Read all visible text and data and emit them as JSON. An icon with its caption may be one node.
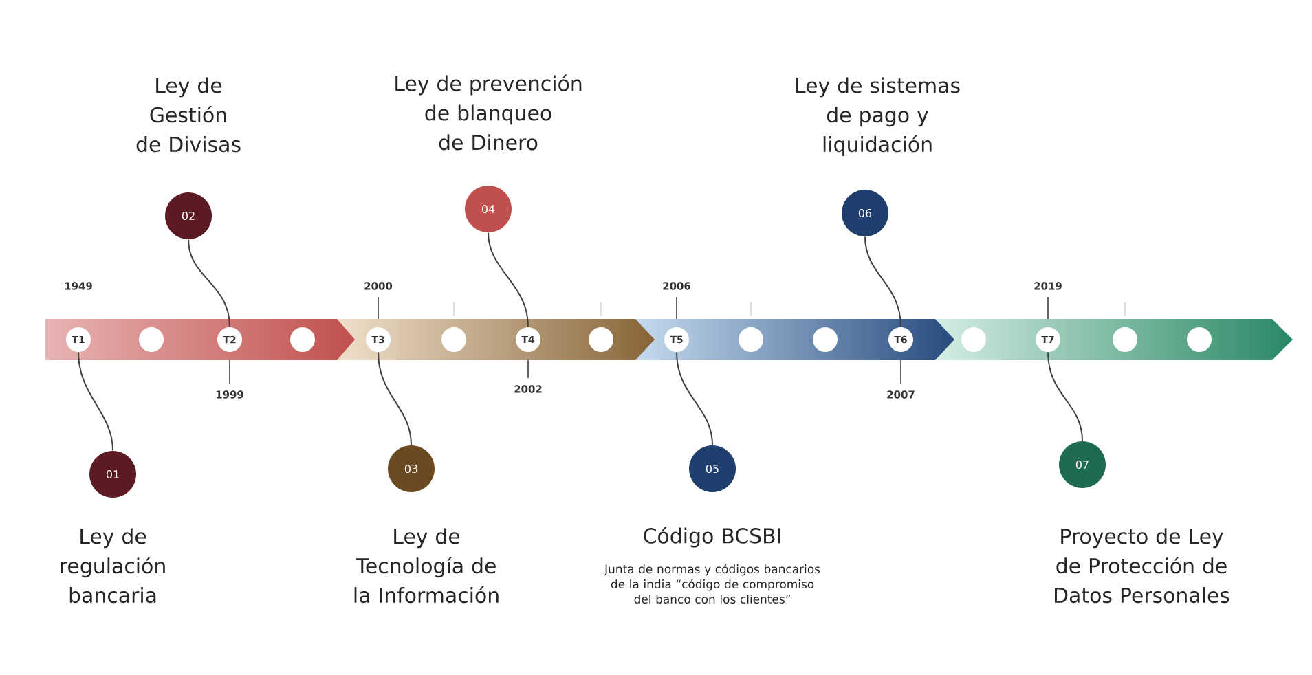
{
  "diagram": {
    "nodes": [
      {
        "text": [
          "01"
        ],
        "beside": [
          "Ley de regulación bancaria"
        ]
      },
      {
        "text": [
          "02"
        ],
        "beside": [
          "Ley de Gestión de Divisas"
        ]
      },
      {
        "text": [
          "03"
        ],
        "beside": [
          "Ley de Tecnología de la Información"
        ]
      },
      {
        "text": [
          "04"
        ],
        "beside": [
          "Ley de prevención de blanqueo de Dinero"
        ]
      },
      {
        "text": [
          "05"
        ],
        "beside": [
          "Código BCSBI",
          "Junta de normas y códigos bancarios de la india “código de compromiso del banco con los clientes”"
        ]
      },
      {
        "text": [
          "06"
        ],
        "beside": [
          "Ley de sistemas de pago y liquidación"
        ]
      },
      {
        "text": [
          "07"
        ],
        "beside": [
          "Proyecto de Ley de Protección de Datos Personales"
        ]
      },
      {
        "text": [
          "T1"
        ],
        "beside": [
          "1949"
        ]
      },
      {
        "text": [],
        "shape": "circle"
      },
      {
        "text": [
          "T2"
        ],
        "beside": [
          "1999"
        ]
      },
      {
        "text": [],
        "shape": "circle"
      },
      {
        "text": [
          "T3"
        ],
        "beside": [
          "2000"
        ]
      },
      {
        "text": [],
        "shape": "circle"
      },
      {
        "text": [
          "T4"
        ],
        "beside": [
          "2002"
        ]
      },
      {
        "text": [],
        "shape": "circle"
      },
      {
        "text": [
          "T5"
        ],
        "beside": [
          "2006"
        ]
      },
      {
        "text": [],
        "shape": "circle"
      },
      {
        "text": [],
        "shape": "circle"
      },
      {
        "text": [
          "T6"
        ],
        "beside": [
          "2007"
        ]
      },
      {
        "text": [],
        "shape": "circle"
      },
      {
        "text": [
          "T7"
        ],
        "beside": [
          "2019"
        ]
      },
      {
        "text": [],
        "shape": "circle"
      },
      {
        "text": [],
        "shape": "circle"
      }
    ],
    "edges": [
      {
        "from": 0,
        "to": 7,
        "arrow": "none"
      },
      {
        "from": 1,
        "to": 9,
        "arrow": "none"
      },
      {
        "from": 2,
        "to": 11,
        "arrow": "none"
      },
      {
        "from": 3,
        "to": 13,
        "arrow": "none"
      },
      {
        "from": 4,
        "to": 15,
        "arrow": "none"
      },
      {
        "from": 5,
        "to": 18,
        "arrow": "none"
      },
      {
        "from": 6,
        "to": 20,
        "arrow": "none"
      }
    ]
  }
}
